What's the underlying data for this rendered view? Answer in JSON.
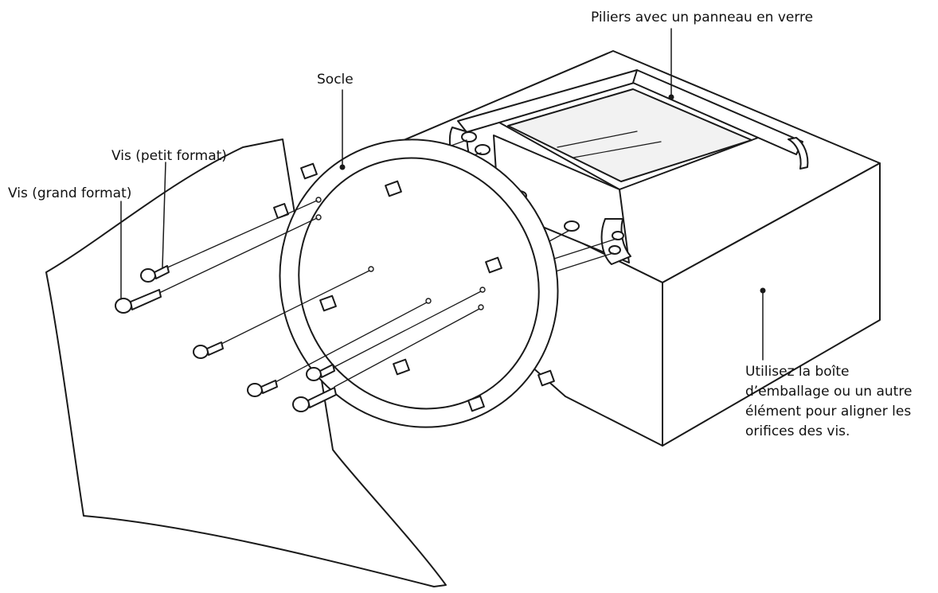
{
  "labels": {
    "pillars": "Piliers avec un panneau en verre",
    "base": "Socle",
    "small_screws": "Vis (petit format)",
    "large_screws": "Vis (grand format)",
    "box_note": [
      "Utilisez la boîte",
      "d’emballage ou un autre",
      "élément pour aligner les",
      "orifices des vis."
    ]
  },
  "colors": {
    "line": "#1a1a1a",
    "fill": "#ffffff",
    "glass": "#f2f2f2"
  }
}
